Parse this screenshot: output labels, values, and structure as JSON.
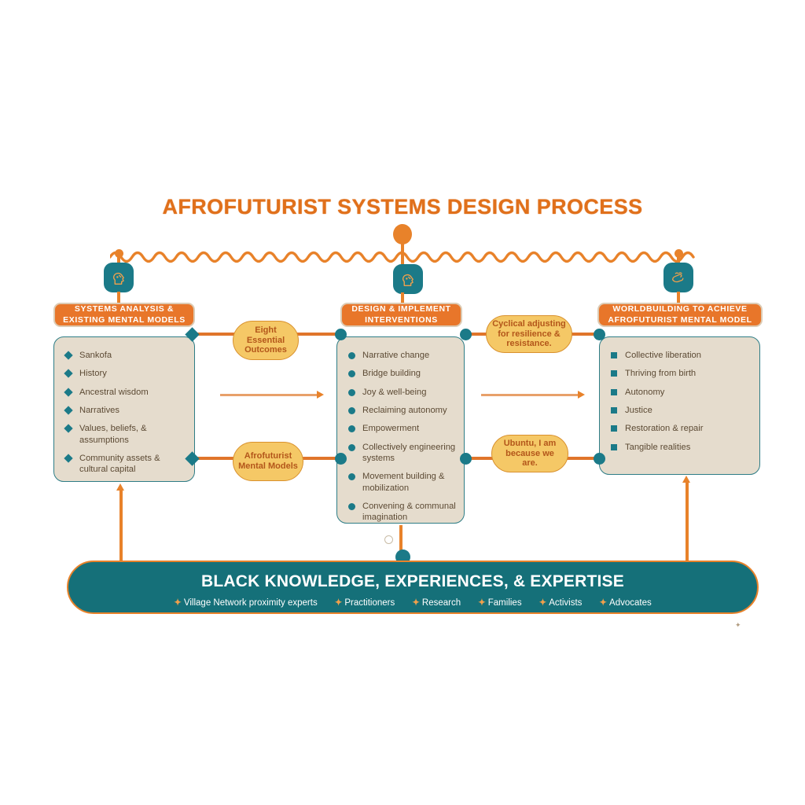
{
  "title": "AFROFUTURIST SYSTEMS DESIGN PROCESS",
  "colors": {
    "orange": "#E8762A",
    "teal": "#157079",
    "beige": "#E5DCCD",
    "gold": "#F5C866",
    "brown_text": "#5C4A34",
    "rust_text": "#B3561A"
  },
  "columns": [
    {
      "header": "SYSTEMS ANALYSIS & EXISTING MENTAL MODELS",
      "bullet_shape": "diamond",
      "items": [
        "Sankofa",
        "History",
        "Ancestral wisdom",
        "Narratives",
        "Values, beliefs, & assumptions",
        "Community assets & cultural capital"
      ]
    },
    {
      "header": "DESIGN & IMPLEMENT INTERVENTIONS",
      "bullet_shape": "circle",
      "items": [
        "Narrative change",
        "Bridge building",
        "Joy & well-being",
        "Reclaiming autonomy",
        "Empowerment",
        "Collectively engineering systems",
        "Movement building & mobilization",
        "Convening & communal imagination"
      ]
    },
    {
      "header": "WORLDBUILDING TO ACHIEVE AFROFUTURIST MENTAL MODEL",
      "bullet_shape": "square",
      "items": [
        "Collective liberation",
        "Thriving from birth",
        "Autonomy",
        "Justice",
        "Restoration & repair",
        "Tangible realities"
      ]
    }
  ],
  "connectors": [
    {
      "id": "eight-essential-outcomes",
      "label": "Eight Essential Outcomes"
    },
    {
      "id": "afrofuturist-mental-models",
      "label": "Afrofuturist Mental Models"
    },
    {
      "id": "cyclical-adjusting",
      "label": "Cyclical adjusting for resilience & resistance."
    },
    {
      "id": "ubuntu",
      "label": "Ubuntu, I am because we are."
    }
  ],
  "badges": [
    {
      "id": "left-badge",
      "icon": "head-profile-icon"
    },
    {
      "id": "center-badge",
      "icon": "head-profile-icon"
    },
    {
      "id": "right-badge",
      "icon": "hand-gesture-icon"
    }
  ],
  "banner": {
    "title": "BLACK KNOWLEDGE, EXPERIENCES, & EXPERTISE",
    "items": [
      "Village Network proximity experts",
      "Practitioners",
      "Research",
      "Families",
      "Activists",
      "Advocates"
    ]
  }
}
